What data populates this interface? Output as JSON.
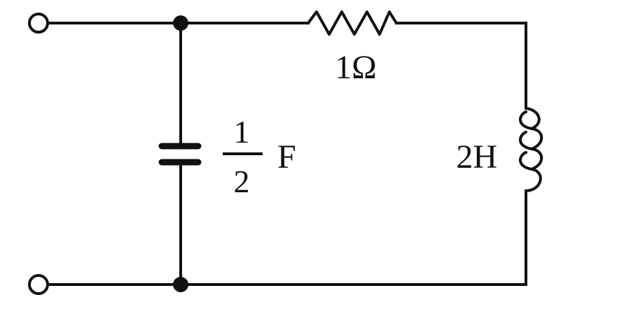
{
  "circuit": {
    "resistor": {
      "label": "1Ω"
    },
    "capacitor": {
      "numerator": "1",
      "denominator": "2",
      "unit": "F"
    },
    "inductor": {
      "label": "2H"
    }
  }
}
